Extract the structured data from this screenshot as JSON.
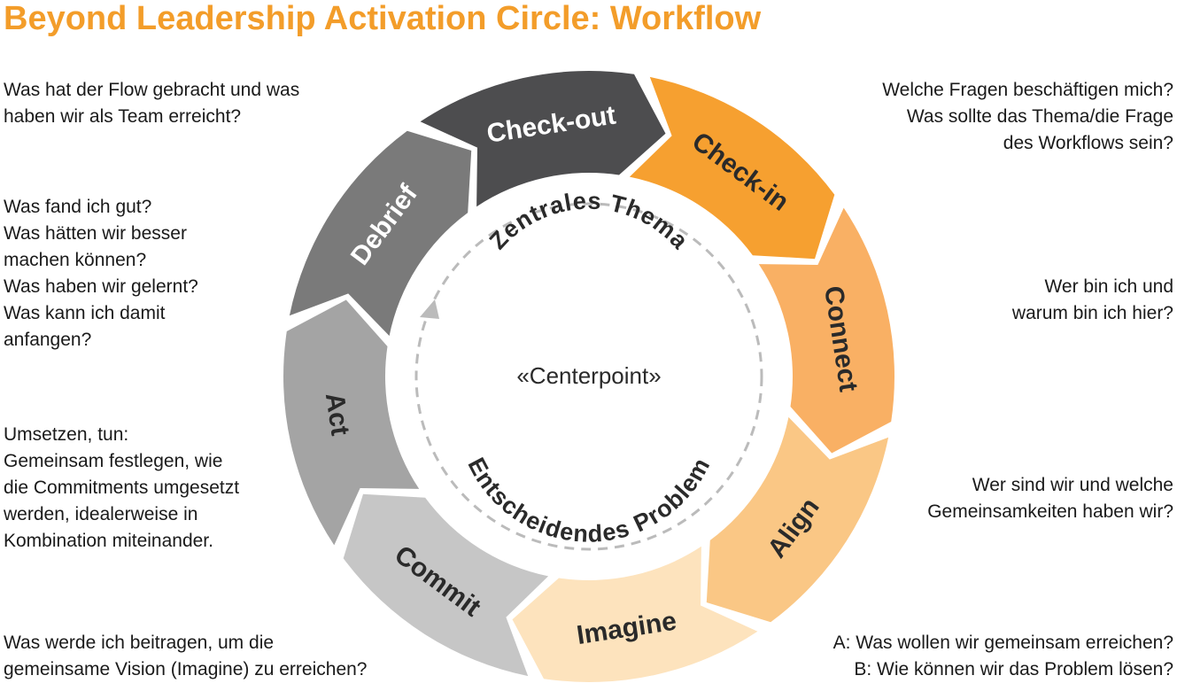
{
  "title": "Beyond Leadership Activation Circle: Workflow",
  "center": {
    "top_text": "Zentrales Thema",
    "middle_text": "«Centerpoint»",
    "bottom_text": "Entscheidendes Problem"
  },
  "segments": [
    {
      "key": "checkin",
      "label": "Check-in",
      "color": "#f6a030",
      "text_color": "#2a2a2a"
    },
    {
      "key": "connect",
      "label": "Connect",
      "color": "#f9b064",
      "text_color": "#2a2a2a"
    },
    {
      "key": "align",
      "label": "Align",
      "color": "#fac785",
      "text_color": "#2a2a2a"
    },
    {
      "key": "imagine",
      "label": "Imagine",
      "color": "#fde3bd",
      "text_color": "#2a2a2a"
    },
    {
      "key": "commit",
      "label": "Commit",
      "color": "#c6c6c6",
      "text_color": "#2a2a2a"
    },
    {
      "key": "act",
      "label": "Act",
      "color": "#a4a4a4",
      "text_color": "#2a2a2a"
    },
    {
      "key": "debrief",
      "label": "Debrief",
      "color": "#7a7a7a",
      "text_color": "#ffffff"
    },
    {
      "key": "checkout",
      "label": "Check-out",
      "color": "#4d4d4f",
      "text_color": "#ffffff"
    }
  ],
  "notes": {
    "checkout": [
      "Was hat der Flow gebracht und was",
      "haben wir als Team erreicht?"
    ],
    "debrief": [
      "Was fand ich gut?",
      "Was hätten wir besser",
      "machen können?",
      "Was haben wir gelernt?",
      "Was kann ich damit",
      "anfangen?"
    ],
    "act": [
      "Umsetzen, tun:",
      "Gemeinsam festlegen, wie",
      "die Commitments umgesetzt",
      "werden, idealerweise in",
      "Kombination miteinander."
    ],
    "commit": [
      "Was werde ich beitragen, um die",
      "gemeinsame Vision (Imagine) zu erreichen?"
    ],
    "checkin": [
      "Welche Fragen beschäftigen mich?",
      "Was sollte das Thema/die Frage",
      "des Workflows sein?"
    ],
    "connect": [
      "Wer bin ich und",
      "warum bin ich hier?"
    ],
    "align": [
      "Wer sind wir und welche",
      "Gemeinsamkeiten haben wir?"
    ],
    "imagine": [
      "A: Was wollen wir gemeinsam erreichen?",
      "B: Wie können wir das Problem lösen?"
    ]
  }
}
